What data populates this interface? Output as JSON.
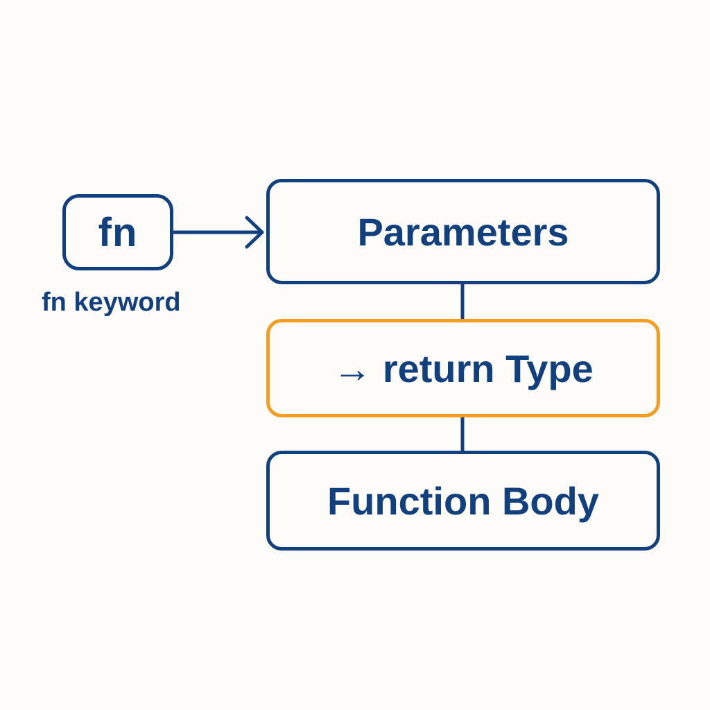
{
  "diagram": {
    "keyword_box": {
      "label": "fn"
    },
    "keyword_caption": "fn keyword",
    "parameters_box": {
      "label": "Parameters"
    },
    "return_box": {
      "label": "→ return Type"
    },
    "body_box": {
      "label": "Function Body"
    }
  },
  "colors": {
    "primary": "#123f7e",
    "accent": "#f59c22",
    "background": "#fdfcf8"
  }
}
